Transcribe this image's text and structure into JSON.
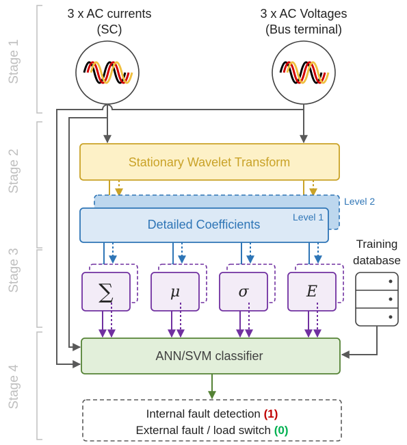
{
  "stages": [
    "Stage 1",
    "Stage 2",
    "Stage 3",
    "Stage 4"
  ],
  "inputs": {
    "currents": {
      "line1": "3 x AC currents",
      "line2": "(SC)"
    },
    "voltages": {
      "line1": "3 x AC Voltages",
      "line2": "(Bus terminal)"
    }
  },
  "blocks": {
    "swt": "Stationary Wavelet Transform",
    "coefficients": "Detailed Coefficients",
    "level1": "Level 1",
    "level2": "Level 2",
    "classifier": "ANN/SVM classifier"
  },
  "features": [
    "∑",
    "μ",
    "σ",
    "E"
  ],
  "training": {
    "line1": "Training",
    "line2": "database"
  },
  "output": {
    "internal_text": "Internal fault detection",
    "internal_value": "(1)",
    "external_text": "External fault / load switch",
    "external_value": "(0)"
  },
  "colors": {
    "swt_fill": "#fdf1c7",
    "swt_stroke": "#c9a227",
    "swt_text": "#c9a227",
    "coef_fill": "#dce9f6",
    "coef_stroke": "#2e75b6",
    "coef_text": "#2e75b6",
    "feature_stroke": "#7030a0",
    "classifier_fill": "#e2efda",
    "classifier_stroke": "#548235",
    "output_one": "#c00000",
    "output_zero": "#00b050",
    "wave_1": "#000000",
    "wave_2": "#d00000",
    "wave_3": "#f0c040",
    "gray_line": "#595959",
    "stage_text": "#bfbfbf"
  },
  "icons": [
    "sine-wave-icon",
    "database-icon"
  ]
}
